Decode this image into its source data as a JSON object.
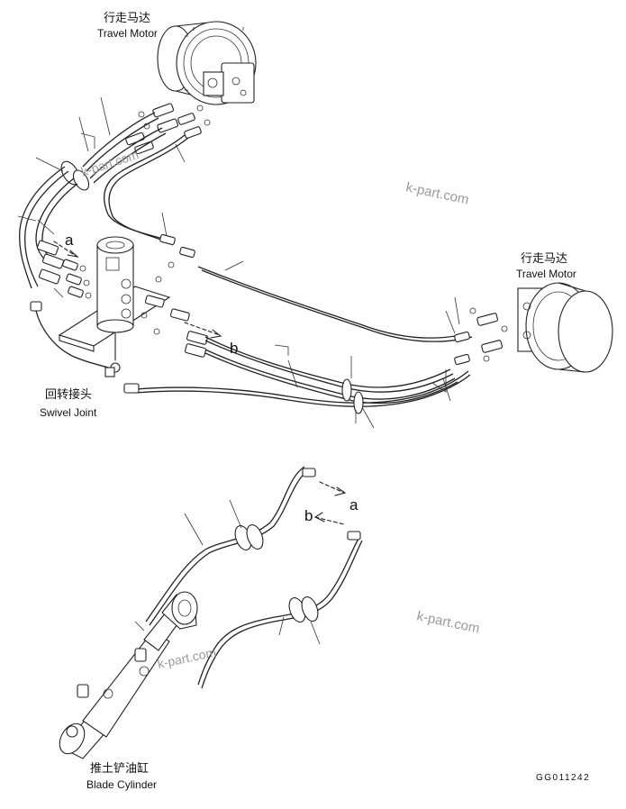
{
  "labels": {
    "travel_motor_top_zh": "行走马达",
    "travel_motor_top_en": "Travel Motor",
    "travel_motor_right_zh": "行走马达",
    "travel_motor_right_en": "Travel Motor",
    "swivel_joint_zh": "回转接头",
    "swivel_joint_en": "Swivel Joint",
    "blade_cylinder_zh": "推土铲油缸",
    "blade_cylinder_en": "Blade Cylinder",
    "drawing_code": "GG011242"
  },
  "callouts": {
    "a_upper": "a",
    "b_upper": "b",
    "a_lower": "a",
    "b_lower": "b"
  },
  "watermarks": [
    "k-part.com",
    "k-part.com",
    "k-part.com",
    "k-part.com"
  ],
  "icons": [
    "travel-motor-icon",
    "swivel-joint-icon",
    "blade-cylinder-icon"
  ]
}
